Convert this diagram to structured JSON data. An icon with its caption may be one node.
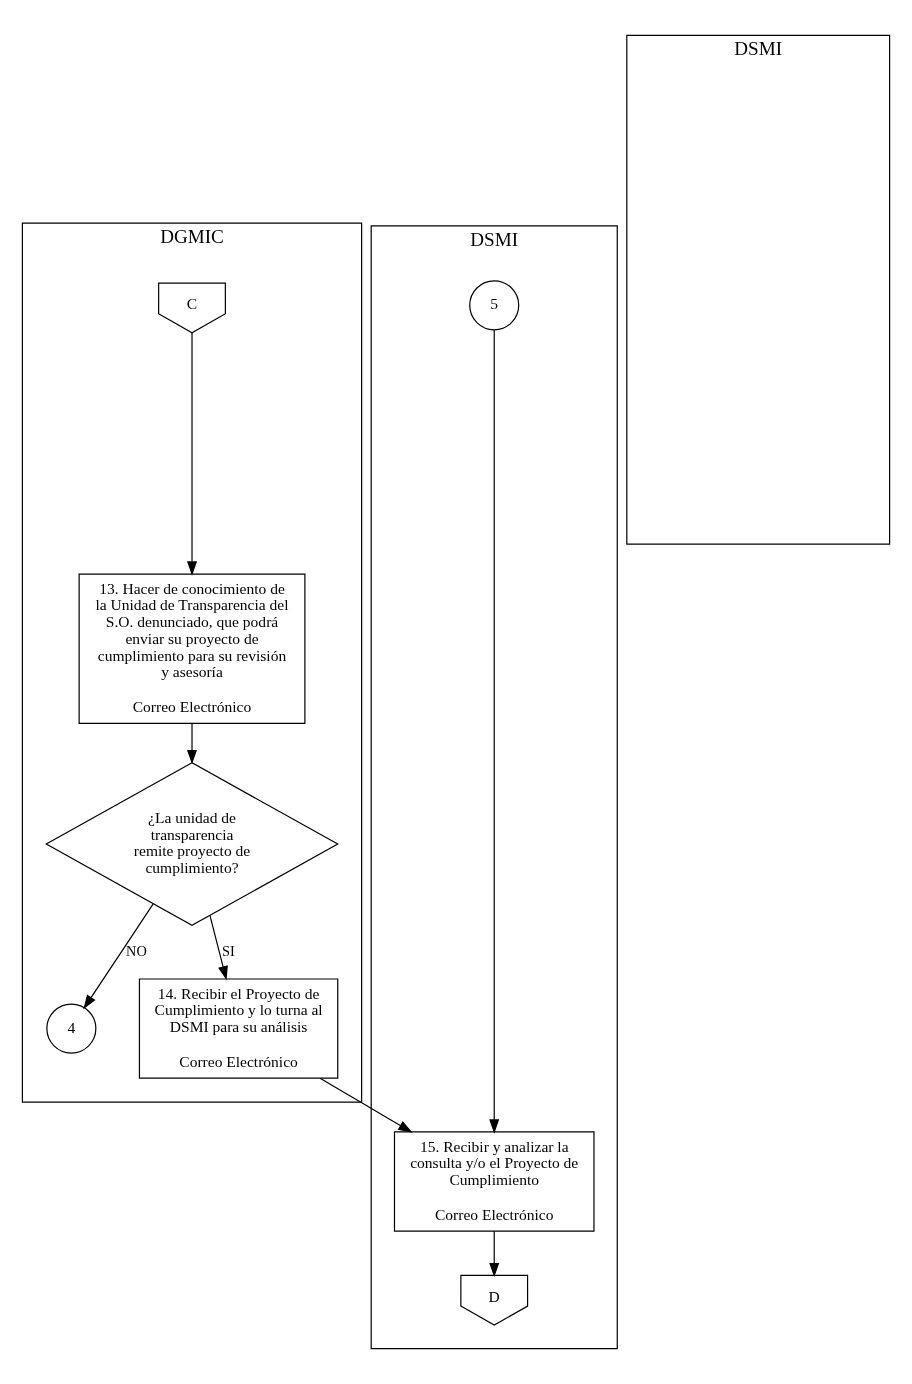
{
  "diagram": {
    "nodes": [
      {
        "text": [
          "DGMIC"
        ]
      },
      {
        "text": [
          "DSMI"
        ]
      },
      {
        "text": [
          "DSMI"
        ]
      },
      {
        "text": [
          "C"
        ],
        "in": 0
      },
      {
        "text": [
          "13. Hacer de conocimiento de la Unidad de Transparencia del S.O. denunciado, que podrá enviar su proyecto de cumplimiento para su revisión y asesoría",
          "Correo Electrónico"
        ],
        "in": 0
      },
      {
        "text": [
          "¿La unidad de transparencia remite proyecto de cumplimiento?"
        ],
        "in": 0
      },
      {
        "text": [
          "4"
        ],
        "in": 0
      },
      {
        "text": [
          "14. Recibir el Proyecto de Cumplimiento y lo turna al DSMI para su análisis",
          "Correo Electrónico"
        ],
        "in": 0
      },
      {
        "text": [
          "5"
        ],
        "in": 1
      },
      {
        "text": [
          "15. Recibir y analizar la consulta y/o el Proyecto de Cumplimiento",
          "Correo Electrónico"
        ],
        "in": 1
      },
      {
        "text": [
          "D"
        ],
        "in": 1
      }
    ],
    "edges": [
      {
        "from": 3,
        "to": 4,
        "arrow": "to"
      },
      {
        "from": 4,
        "to": 5,
        "arrow": "to"
      },
      {
        "from": 5,
        "to": 6,
        "arrow": "to",
        "label": "NO"
      },
      {
        "from": 5,
        "to": 7,
        "arrow": "to",
        "label": "SI"
      },
      {
        "from": 7,
        "to": 9,
        "arrow": "to"
      },
      {
        "from": 8,
        "to": 9,
        "arrow": "to"
      },
      {
        "from": 9,
        "to": 10,
        "arrow": "to"
      }
    ]
  }
}
